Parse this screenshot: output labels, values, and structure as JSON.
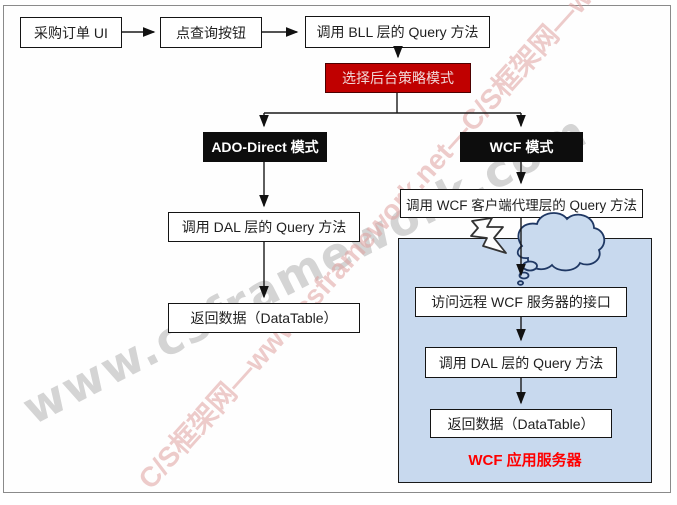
{
  "flowchart": {
    "nodes": {
      "purchase_ui": "采购订单 UI",
      "click_query_btn": "点查询按钮",
      "bll_query": "调用 BLL 层的 Query 方法",
      "choose_strategy": "选择后台策略模式",
      "ado_mode": "ADO-Direct 模式",
      "wcf_mode": "WCF 模式",
      "dal_query_left": "调用 DAL 层的 Query 方法",
      "return_data_left": "返回数据（DataTable）",
      "wcf_proxy_query": "调用 WCF 客户端代理层的 Query 方法",
      "remote_wcf_interface": "访问远程 WCF 服务器的接口",
      "dal_query_server": "调用 DAL 层的 Query 方法",
      "return_data_server": "返回数据（DataTable）",
      "wcf_server_label": "WCF 应用服务器"
    },
    "icons": {
      "cloud": "cloud-icon (network / remote boundary)",
      "lightning": "lightning-icon (remote call)"
    },
    "colors": {
      "strategy_box_bg": "#c00000",
      "strategy_box_text": "#f0d8d8",
      "mode_box_bg": "#0d0d0d",
      "mode_box_text": "#ffffff",
      "server_container_bg": "#c8d9ee",
      "server_label_text": "#ff0000",
      "cloud_outline": "#1f3864",
      "watermark_gray": "#aaaaaa",
      "watermark_pink": "#dea09e",
      "frame_border": "#8a8a8a"
    },
    "watermarks": {
      "site": "www.csframework.com",
      "diagonal": "C/S框架网—www.csframework.net—C/S框架网—www"
    }
  }
}
